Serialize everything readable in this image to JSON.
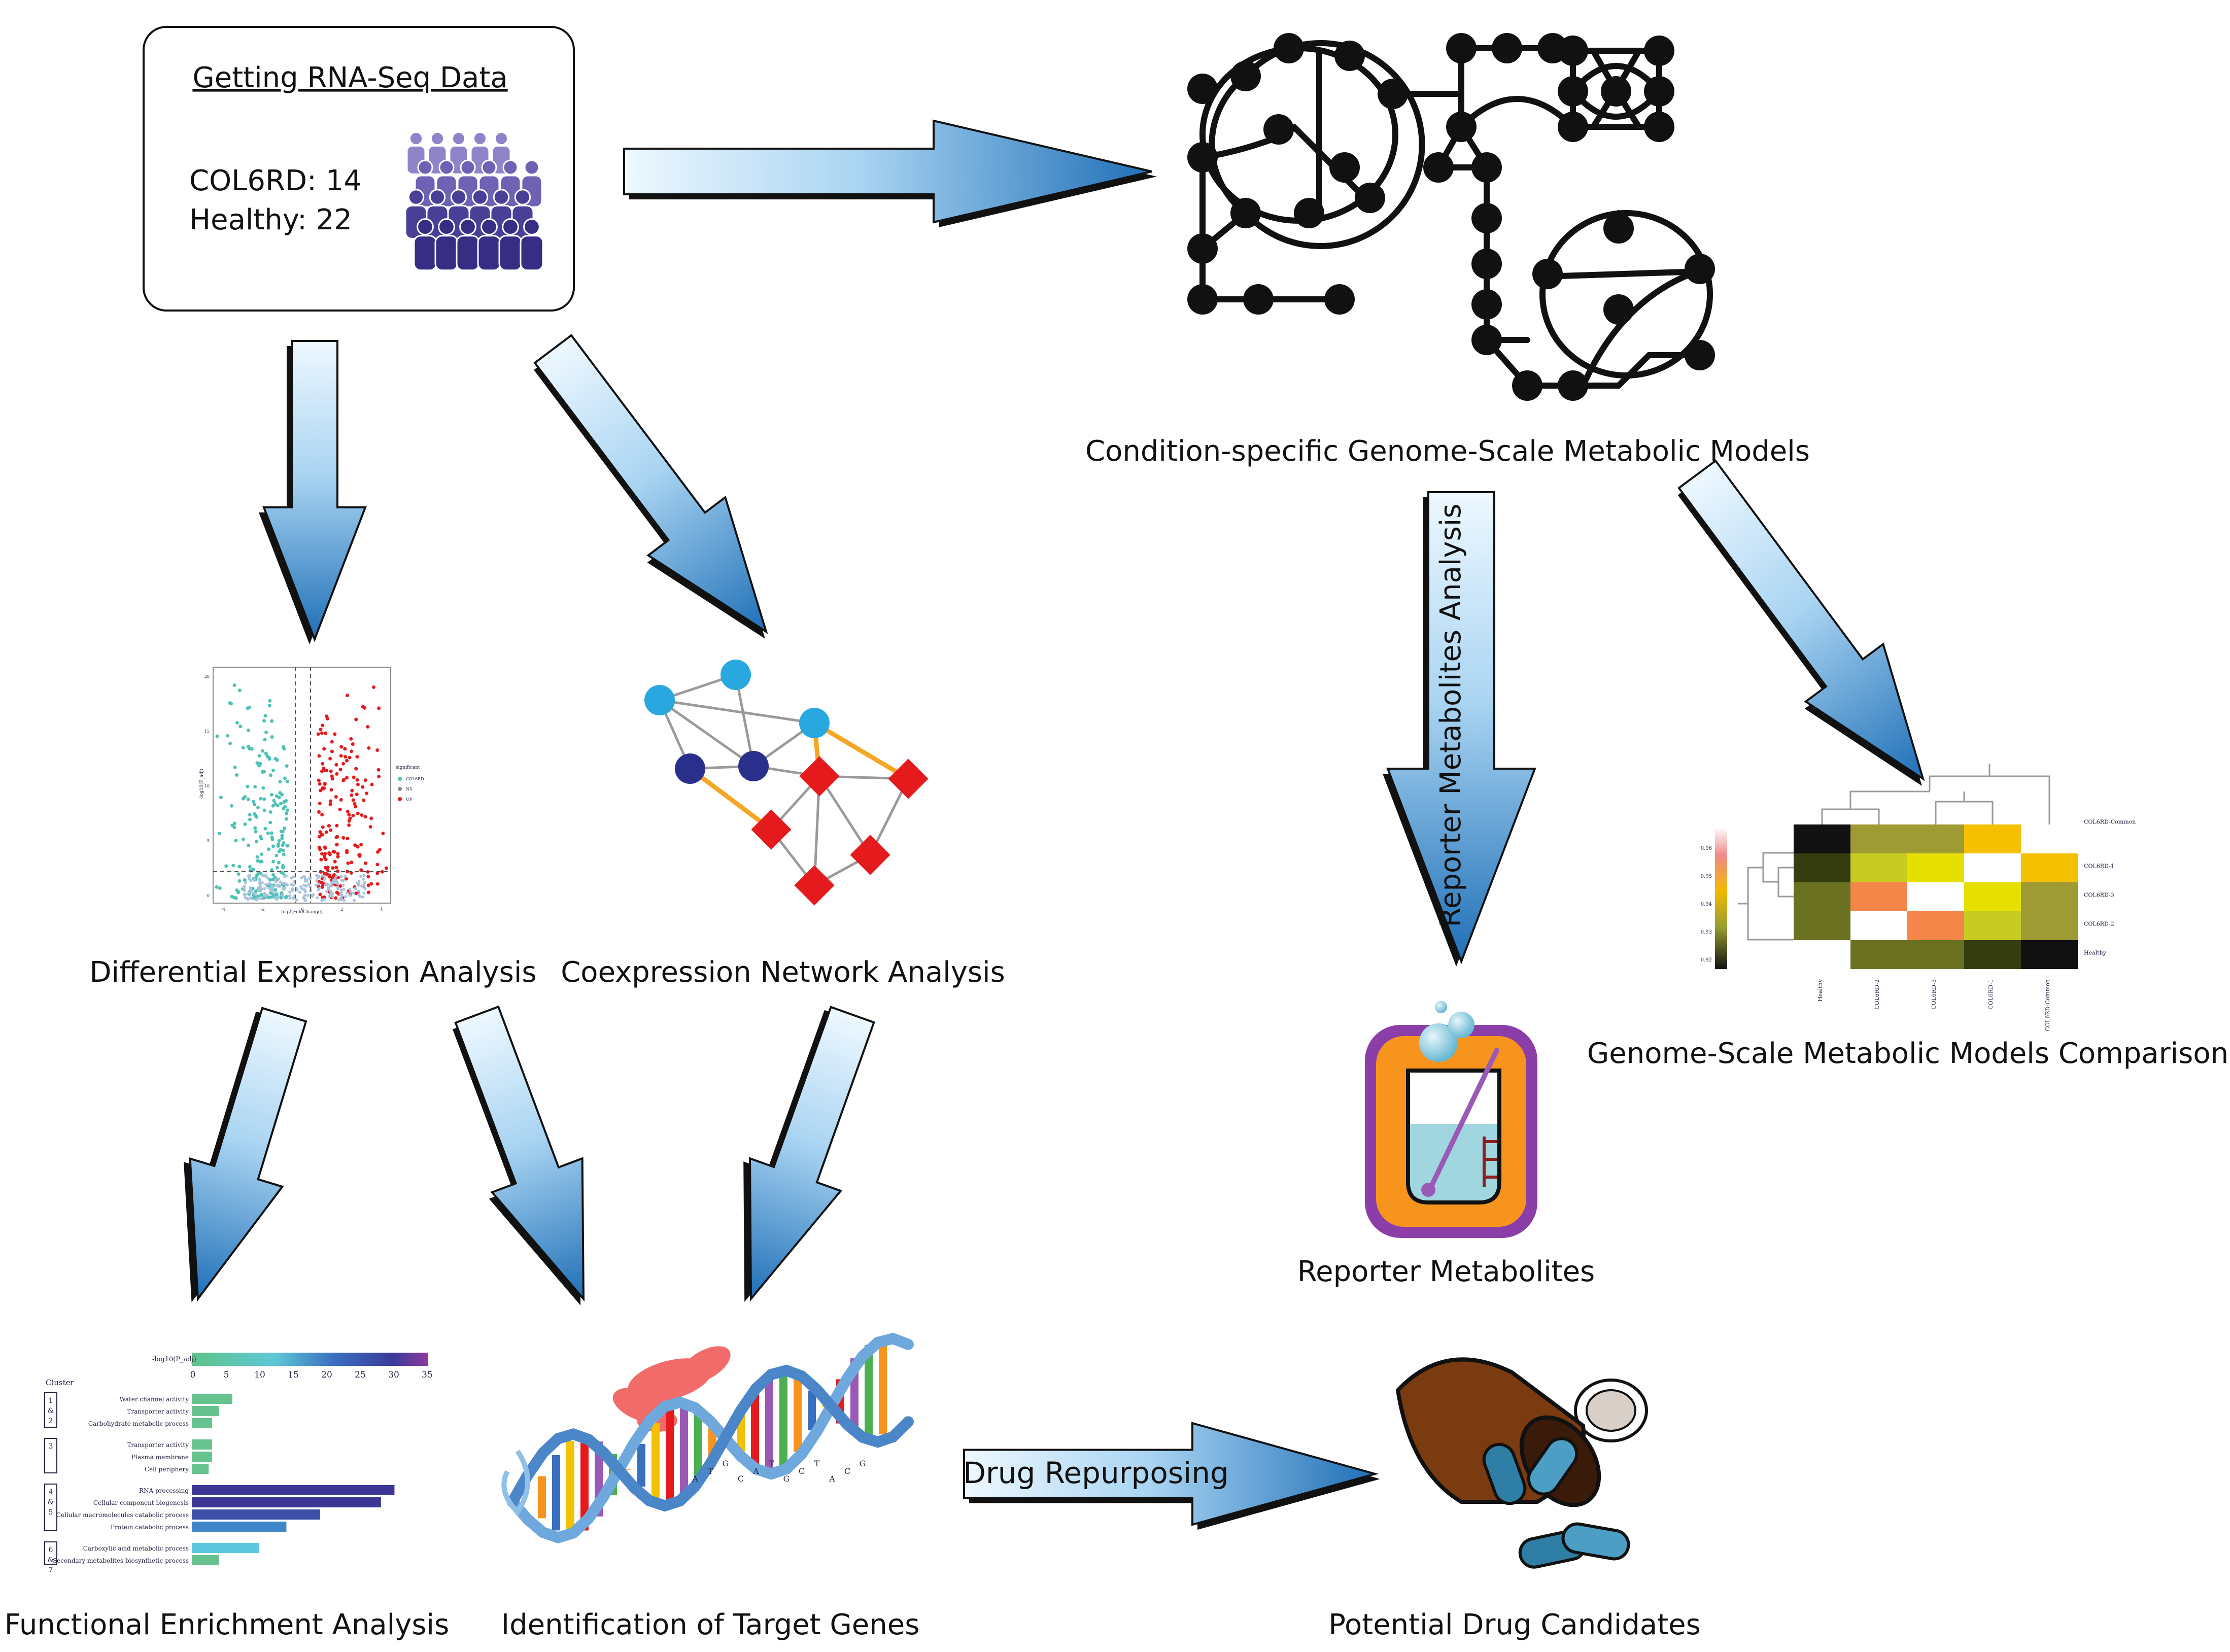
{
  "data_box": {
    "title": "Getting RNA-Seq Data",
    "line1": "COL6RD: 14",
    "line2": "Healthy: 22"
  },
  "labels": {
    "gsmm": "Condition-specific Genome-Scale Metabolic Models",
    "dea": "Differential Expression Analysis",
    "cna": "Coexpression Network Analysis",
    "fea": "Functional Enrichment Analysis",
    "itg": "Identification of Target Genes",
    "rm": "Reporter Metabolites",
    "cmp": "Genome-Scale Metabolic Models Comparison",
    "pdc": "Potential Drug Candidates"
  },
  "arrows": {
    "reporter": "Reporter Metabolites Analysis",
    "drug": "Drug Repurposing"
  },
  "volcano": {
    "ylabel": "-log10(P_adj)",
    "xlabel": "log2(FoldChange)",
    "legend_title": "significant",
    "legend_items": [
      "COL6RD",
      "NS",
      "UP"
    ],
    "x_ticks": [
      "-4",
      "-2",
      "0",
      "2",
      "4"
    ],
    "y_ticks": [
      "0",
      "5",
      "10",
      "15",
      "20"
    ]
  },
  "enrichment": {
    "colorbar_title": "-log10(P_adj)",
    "colorbar_ticks": [
      "0",
      "5",
      "10",
      "15",
      "20",
      "25",
      "30",
      "35"
    ],
    "cluster_header": "Cluster",
    "groups": [
      {
        "label": "1 & 2",
        "terms": [
          {
            "name": "Water channel activity",
            "value": 6
          },
          {
            "name": "Transporter activity",
            "value": 4
          },
          {
            "name": "Carbohydrate metabolic process",
            "value": 3
          }
        ]
      },
      {
        "label": "3",
        "terms": [
          {
            "name": "Transporter activity",
            "value": 3
          },
          {
            "name": "Plasma membrane",
            "value": 3
          },
          {
            "name": "Cell periphery",
            "value": 2.5
          }
        ]
      },
      {
        "label": "4 & 5",
        "terms": [
          {
            "name": "RNA processing",
            "value": 30
          },
          {
            "name": "Cellular component biogenesis",
            "value": 28
          },
          {
            "name": "Cellular macromolecules catabolic process",
            "value": 19
          },
          {
            "name": "Protein catabolic process",
            "value": 14
          }
        ]
      },
      {
        "label": "6 & 7",
        "terms": [
          {
            "name": "Carboxylic acid metabolic process",
            "value": 10
          },
          {
            "name": "Secondary metabolites biosynthetic process",
            "value": 4
          }
        ]
      }
    ]
  },
  "heatmap": {
    "row_labels": [
      "COL6RD-Common",
      "COL6RD-1",
      "COL6RD-3",
      "COL6RD-2",
      "Healthy"
    ],
    "col_labels": [
      "Healthy",
      "COL6RD-2",
      "COL6RD-3",
      "COL6RD-1",
      "COL6RD-Common"
    ],
    "scale_ticks": [
      "0.96",
      "0.95",
      "0.94",
      "0.93",
      "0.92"
    ],
    "cells": [
      [
        "#111111",
        "#9e9a34",
        "#9e9a34",
        "#f5c000",
        "#ffffff"
      ],
      [
        "#343c10",
        "#c8cc22",
        "#e6e000",
        "#ffffff",
        "#f5c000"
      ],
      [
        "#6a7222",
        "#f5864a",
        "#ffffff",
        "#e6e000",
        "#9e9a34"
      ],
      [
        "#6a7222",
        "#ffffff",
        "#f5864a",
        "#c8cc22",
        "#9e9a34"
      ],
      [
        "#ffffff",
        "#6a7222",
        "#6a7222",
        "#343c10",
        "#111111"
      ]
    ]
  },
  "dna_letters": [
    "A",
    "T",
    "G",
    "C",
    "A",
    "T",
    "G",
    "C",
    "T",
    "A",
    "C",
    "G"
  ],
  "colors": {
    "arrow_light": "#dff0fb",
    "arrow_dark": "#1f6fb7",
    "up": "#e41a1c",
    "down": "#4fc1b6",
    "node_light": "#29a8e0",
    "node_dark": "#2b2f8c",
    "node_red": "#e41a1c",
    "edge_orange": "#f5a623",
    "beaker_purple": "#8b3ea8",
    "beaker_orange": "#f7941d",
    "chromosome": "#f26b6b",
    "bottle": "#7a3b10",
    "capsule": "#2f7ea6"
  }
}
